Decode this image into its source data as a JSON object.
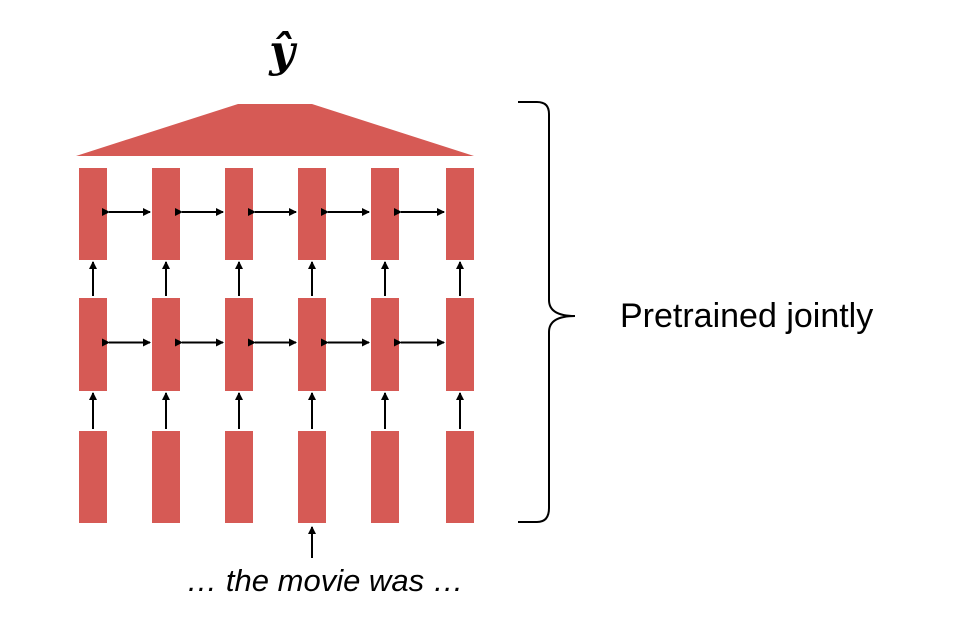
{
  "output_label": "ŷ",
  "side_label": "Pretrained jointly",
  "input_caption": "… the movie was …",
  "diagram": {
    "columns": 6,
    "layers": 3,
    "layer_names": [
      "input-layer",
      "hidden-layer-1",
      "hidden-layer-2"
    ],
    "bidirectional_layers": [
      1,
      2
    ],
    "input_arrow_column": 3
  },
  "colors": {
    "block": "#d65a55",
    "arrow": "#000000",
    "bracket": "#000000",
    "background": "#ffffff"
  }
}
